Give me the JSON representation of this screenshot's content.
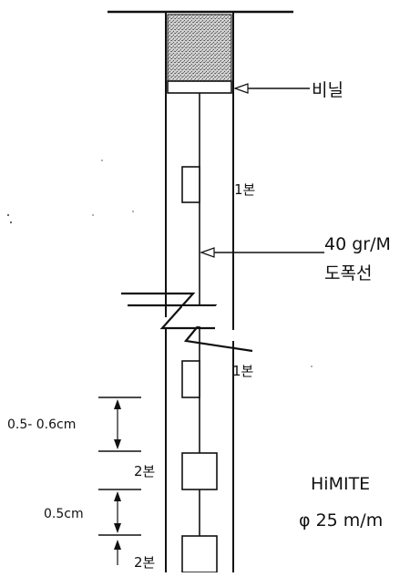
{
  "labels": {
    "vinyl": "비닐",
    "one_bon_upper": "1본",
    "weight": "40 gr/M",
    "fuse": "도폭선",
    "one_bon_lower": "1본",
    "two_bon_upper": "2본",
    "two_bon_lower": "2본",
    "spacing_a": "0.5- 0.6cm",
    "spacing_b": "0.5cm",
    "product": "HiMITE",
    "diameter": "φ 25 m/m"
  },
  "colors": {
    "ink": "#111111",
    "stipple": "#9a9a9a",
    "background": "#ffffff"
  }
}
